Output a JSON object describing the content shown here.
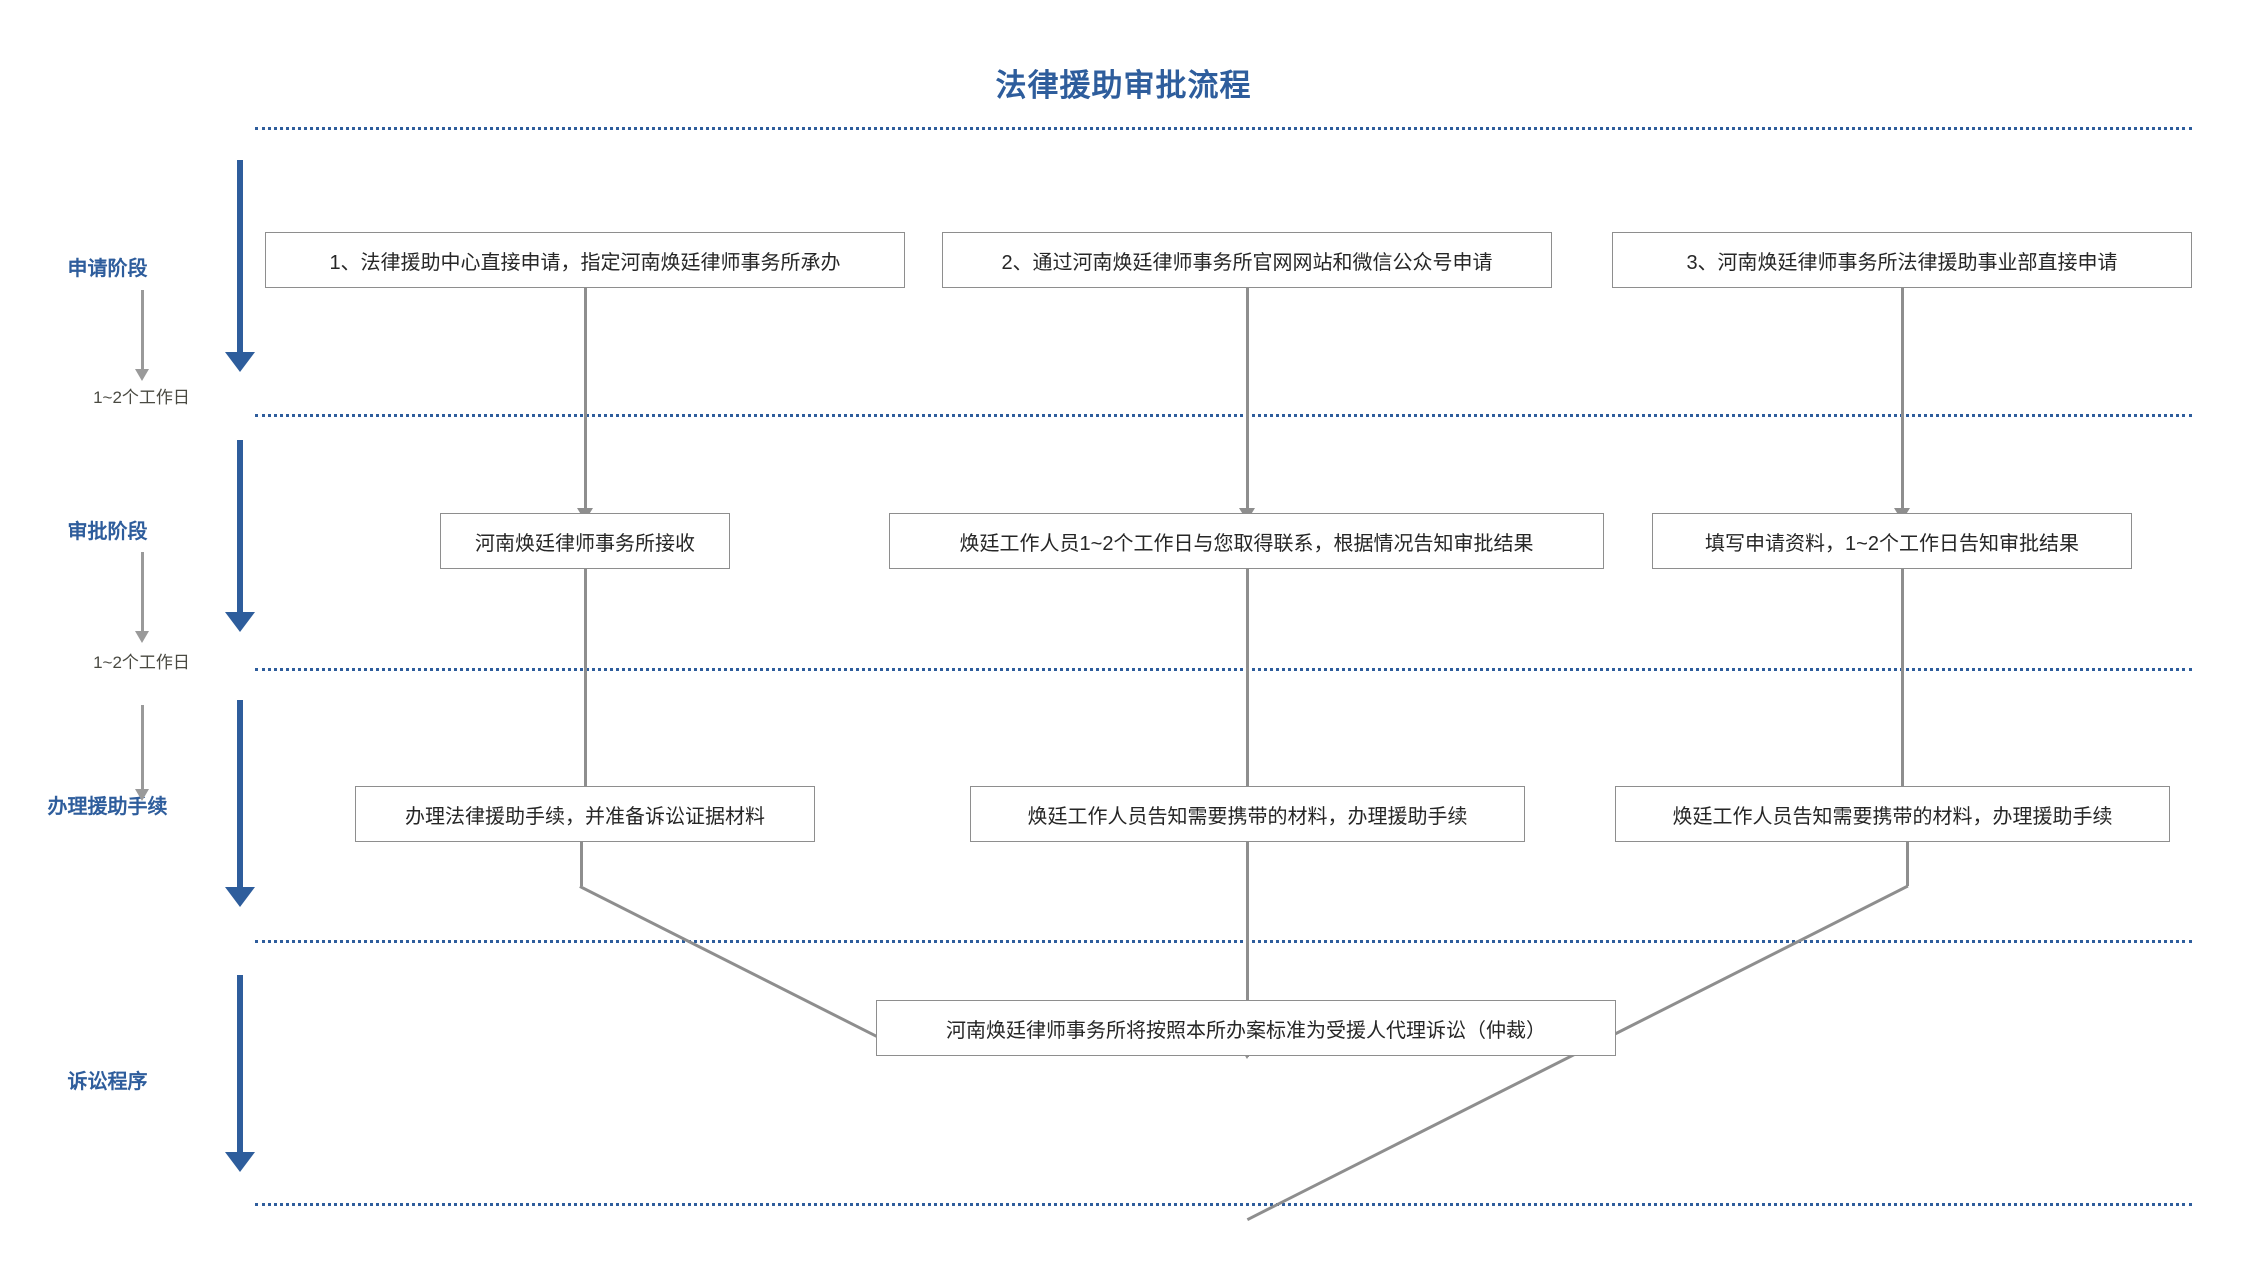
{
  "title": "法律援助审批流程",
  "colors": {
    "accent_blue": "#2e5d9c",
    "box_border": "#8e8e8e",
    "box_text": "#262626",
    "gray_connector": "#9a9a9a",
    "day_label": "#4a4a42",
    "background": "#ffffff"
  },
  "stages": [
    {
      "label": "申请阶段",
      "duration": "1~2个工作日"
    },
    {
      "label": "审批阶段",
      "duration": "1~2个工作日"
    },
    {
      "label": "办理援助手续",
      "duration": ""
    },
    {
      "label": "诉讼程序",
      "duration": ""
    }
  ],
  "rows": {
    "application": [
      {
        "text": "1、法律援助中心直接申请，指定河南焕廷律师事务所承办"
      },
      {
        "text": "2、通过河南焕廷律师事务所官网网站和微信公众号申请"
      },
      {
        "text": "3、河南焕廷律师事务所法律援助事业部直接申请"
      }
    ],
    "approval": [
      {
        "text": "河南焕廷律师事务所接收"
      },
      {
        "text": "焕廷工作人员1~2个工作日与您取得联系，根据情况告知审批结果"
      },
      {
        "text": "填写申请资料，1~2个工作日告知审批结果"
      }
    ],
    "procedures": [
      {
        "text": "办理法律援助手续，并准备诉讼证据材料"
      },
      {
        "text": "焕廷工作人员告知需要携带的材料，办理援助手续"
      },
      {
        "text": "焕廷工作人员告知需要携带的材料，办理援助手续"
      }
    ],
    "litigation": [
      {
        "text": "河南焕廷律师事务所将按照本所办案标准为受援人代理诉讼（仲裁）"
      }
    ]
  }
}
